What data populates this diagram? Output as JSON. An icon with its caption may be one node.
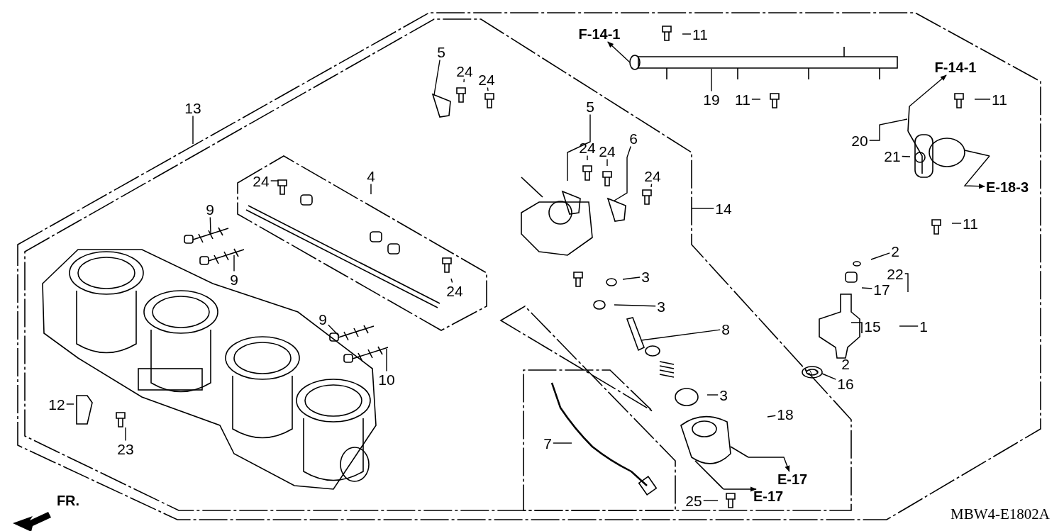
{
  "diagram": {
    "nodes": [
      {
        "text": [
          "F-14-1"
        ]
      },
      {
        "text": [
          "11"
        ]
      },
      {
        "text": [
          "5"
        ]
      },
      {
        "text": [
          "24"
        ]
      },
      {
        "text": [
          "24"
        ]
      },
      {
        "text": [
          "13"
        ]
      },
      {
        "text": [
          "11"
        ]
      },
      {
        "text": [
          "F-14-1"
        ]
      },
      {
        "text": [
          "11"
        ]
      },
      {
        "text": [
          "5"
        ]
      },
      {
        "text": [
          "24"
        ]
      },
      {
        "text": [
          "24"
        ]
      },
      {
        "text": [
          "6"
        ]
      },
      {
        "text": [
          "20"
        ]
      },
      {
        "text": [
          "19"
        ]
      },
      {
        "text": [
          "21"
        ]
      },
      {
        "text": [
          "24"
        ]
      },
      {
        "text": [
          "24"
        ]
      },
      {
        "text": [
          "4"
        ]
      },
      {
        "text": [
          "E-18-3"
        ]
      },
      {
        "text": [
          "14"
        ]
      },
      {
        "text": [
          "9"
        ]
      },
      {
        "text": [
          "11"
        ]
      },
      {
        "text": [
          "9"
        ]
      },
      {
        "text": [
          "2"
        ]
      },
      {
        "text": [
          "22"
        ]
      },
      {
        "text": [
          "3"
        ]
      },
      {
        "text": [
          "24"
        ]
      },
      {
        "text": [
          "9"
        ]
      },
      {
        "text": [
          "17"
        ]
      },
      {
        "text": [
          "3"
        ]
      },
      {
        "text": [
          "15"
        ]
      },
      {
        "text": [
          "1"
        ]
      },
      {
        "text": [
          "8"
        ]
      },
      {
        "text": [
          "10"
        ]
      },
      {
        "text": [
          "16"
        ]
      },
      {
        "text": [
          "3"
        ]
      },
      {
        "text": [
          "12"
        ]
      },
      {
        "text": [
          "18"
        ]
      },
      {
        "text": [
          "23"
        ]
      },
      {
        "text": [
          "7"
        ]
      },
      {
        "text": [
          "E-17"
        ]
      },
      {
        "text": [
          "E-17"
        ]
      },
      {
        "text": [
          "25"
        ]
      },
      {
        "text": [],
        "shape": "picture"
      },
      {
        "text": [],
        "shape": "picture"
      },
      {
        "text": [],
        "shape": "picture"
      },
      {
        "text": [],
        "shape": "picture"
      },
      {
        "text": [],
        "shape": "picture"
      },
      {
        "text": [],
        "shape": "picture"
      },
      {
        "text": [],
        "shape": "picture"
      },
      {
        "text": [],
        "shape": "picture"
      },
      {
        "text": [],
        "shape": "picture"
      },
      {
        "text": [],
        "shape": "picture"
      },
      {
        "text": [],
        "shape": "picture"
      }
    ],
    "edges": [
      {
        "from": 44,
        "to": 0,
        "arrow": "to"
      },
      {
        "from": 1,
        "to": null,
        "arrow": "none"
      },
      {
        "from": 2,
        "to": 52,
        "arrow": "none"
      },
      {
        "from": 3,
        "to": null,
        "arrow": "none"
      },
      {
        "from": 4,
        "to": null,
        "arrow": "none"
      },
      {
        "from": 5,
        "to": null,
        "arrow": "none"
      },
      {
        "from": 6,
        "to": null,
        "arrow": "none"
      },
      {
        "from": 45,
        "to": 7,
        "arrow": "to"
      },
      {
        "from": 8,
        "to": null,
        "arrow": "none"
      },
      {
        "from": 9,
        "to": null,
        "arrow": "none"
      },
      {
        "from": 10,
        "to": null,
        "arrow": "none"
      },
      {
        "from": 11,
        "to": null,
        "arrow": "none"
      },
      {
        "from": 12,
        "to": 53,
        "arrow": "none"
      },
      {
        "from": 13,
        "to": 45,
        "arrow": "none"
      },
      {
        "from": 14,
        "to": 44,
        "arrow": "none"
      },
      {
        "from": 15,
        "to": null,
        "arrow": "none"
      },
      {
        "from": 16,
        "to": null,
        "arrow": "none"
      },
      {
        "from": 17,
        "to": null,
        "arrow": "none"
      },
      {
        "from": 18,
        "to": null,
        "arrow": "none"
      },
      {
        "from": 45,
        "to": 19,
        "arrow": "to"
      },
      {
        "from": 20,
        "to": null,
        "arrow": "none"
      },
      {
        "from": 21,
        "to": 47,
        "arrow": "none"
      },
      {
        "from": 22,
        "to": null,
        "arrow": "none"
      },
      {
        "from": 23,
        "to": 48,
        "arrow": "none"
      },
      {
        "from": 24,
        "to": null,
        "arrow": "none"
      },
      {
        "from": 25,
        "to": null,
        "arrow": "none"
      },
      {
        "from": 26,
        "to": null,
        "arrow": "none"
      },
      {
        "from": 27,
        "to": null,
        "arrow": "none"
      },
      {
        "from": 28,
        "to": 49,
        "arrow": "none"
      },
      {
        "from": 29,
        "to": null,
        "arrow": "none"
      },
      {
        "from": 30,
        "to": null,
        "arrow": "none"
      },
      {
        "from": 31,
        "to": null,
        "arrow": "none"
      },
      {
        "from": 32,
        "to": null,
        "arrow": "none"
      },
      {
        "from": 33,
        "to": 51,
        "arrow": "none"
      },
      {
        "from": 34,
        "to": 50,
        "arrow": "none"
      },
      {
        "from": 35,
        "to": 54,
        "arrow": "none"
      },
      {
        "from": 36,
        "to": null,
        "arrow": "none"
      },
      {
        "from": 37,
        "to": null,
        "arrow": "none"
      },
      {
        "from": 38,
        "to": null,
        "arrow": "none"
      },
      {
        "from": 39,
        "to": null,
        "arrow": "none"
      },
      {
        "from": 40,
        "to": null,
        "arrow": "none"
      },
      {
        "from": 46,
        "to": 41,
        "arrow": "to"
      },
      {
        "from": 46,
        "to": 42,
        "arrow": "to"
      },
      {
        "from": 43,
        "to": null,
        "arrow": "none"
      }
    ],
    "labels": [
      "2",
      "FR.",
      "MBW4-E1802A"
    ]
  }
}
